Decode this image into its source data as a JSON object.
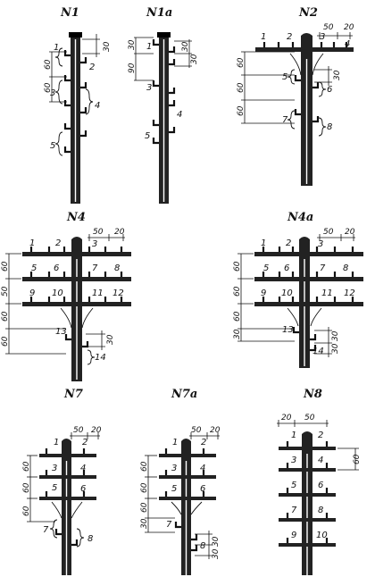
{
  "titles": {
    "n1": "N1",
    "n1a": "N1a",
    "n2": "N2",
    "n4": "N4",
    "n4a": "N4a",
    "n7": "N7",
    "n7a": "N7a",
    "n8": "N8"
  },
  "n1": {
    "wires": [
      "1",
      "2",
      "3",
      "4",
      "5"
    ],
    "dims": [
      "30",
      "60",
      "60"
    ]
  },
  "n1a": {
    "wires": [
      "1",
      "3",
      "4",
      "5"
    ],
    "dims": [
      "30",
      "90",
      "30",
      "30"
    ]
  },
  "n2": {
    "wires": [
      "1",
      "2",
      "3",
      "4",
      "5",
      "6",
      "7",
      "8"
    ],
    "dims": [
      "50",
      "20",
      "60",
      "60",
      "60",
      "30"
    ]
  },
  "n4": {
    "wires": [
      "1",
      "2",
      "3",
      "5",
      "6",
      "7",
      "8",
      "9",
      "10",
      "11",
      "12",
      "13",
      "14"
    ],
    "dims": [
      "50",
      "20",
      "60",
      "50",
      "60",
      "60",
      "30"
    ]
  },
  "n4a": {
    "wires": [
      "1",
      "2",
      "3",
      "5",
      "6",
      "7",
      "8",
      "9",
      "10",
      "11",
      "12",
      "13",
      "14"
    ],
    "dims": [
      "50",
      "20",
      "60",
      "60",
      "60",
      "30",
      "30",
      "30"
    ]
  },
  "n7": {
    "wires": [
      "1",
      "2",
      "3",
      "4",
      "5",
      "6",
      "7",
      "8"
    ],
    "dims": [
      "50",
      "20",
      "60",
      "60",
      "60"
    ]
  },
  "n7a": {
    "wires": [
      "1",
      "2",
      "3",
      "4",
      "5",
      "6",
      "7",
      "8"
    ],
    "dims": [
      "50",
      "20",
      "60",
      "60",
      "30",
      "60",
      "30",
      "30"
    ]
  },
  "n8": {
    "wires": [
      "1",
      "2",
      "3",
      "4",
      "5",
      "6",
      "7",
      "8",
      "9",
      "10"
    ],
    "dims": [
      "20",
      "50",
      "60"
    ]
  }
}
